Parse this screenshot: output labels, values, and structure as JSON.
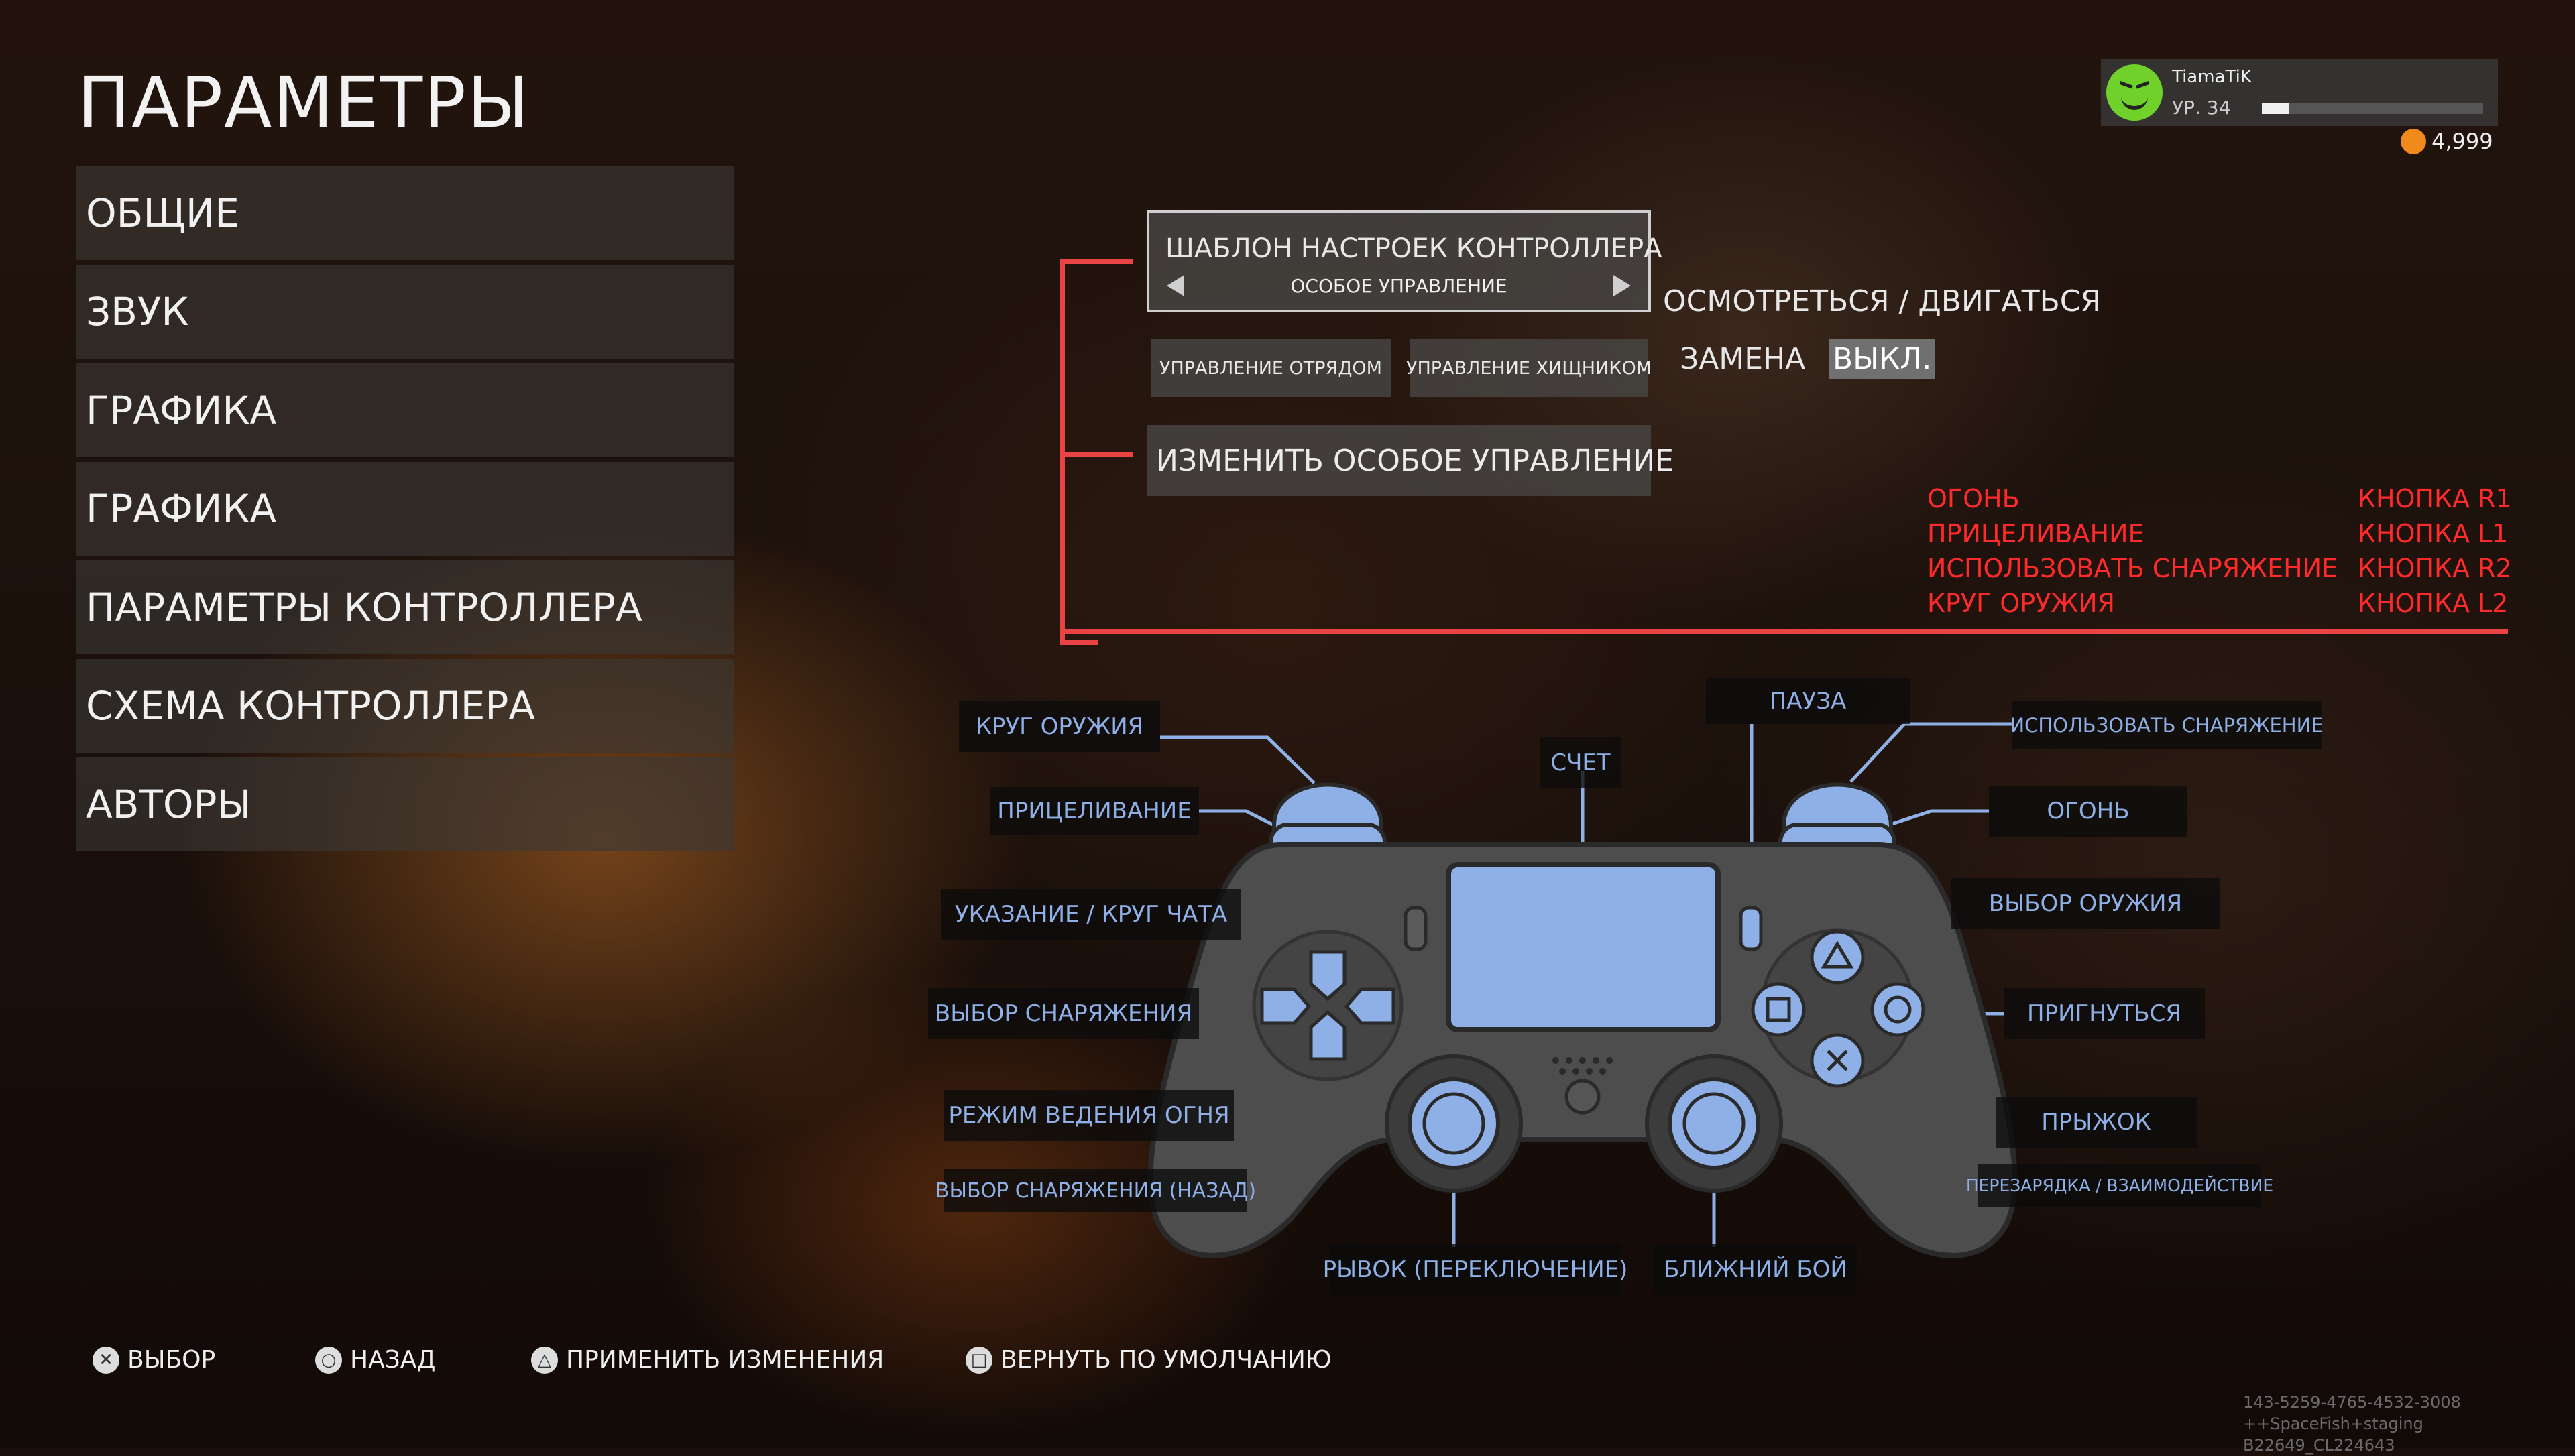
{
  "title": "ПАРАМЕТРЫ",
  "menu": [
    {
      "label": "ОБЩИЕ"
    },
    {
      "label": "ЗВУК"
    },
    {
      "label": "ГРАФИКА"
    },
    {
      "label": "ГРАФИКА"
    },
    {
      "label": "ПАРАМЕТРЫ КОНТРОЛЛЕРА"
    },
    {
      "label": "СХЕМА КОНТРОЛЛЕРА"
    },
    {
      "label": "АВТОРЫ"
    }
  ],
  "profile": {
    "name": "TiamaTiK",
    "level": "УР. 34",
    "xp_fraction": 0.12,
    "credits": "4,999"
  },
  "template": {
    "label": "ШАБЛОН НАСТРОЕК КОНТРОЛЛЕРА",
    "value": "ОСОБОЕ УПРАВЛЕНИЕ"
  },
  "look_move": "ОСМОТРЕТЬСЯ / ДВИГАТЬСЯ",
  "squad_button": "УПРАВЛЕНИЕ ОТРЯДОМ",
  "predator_button": "УПРАВЛЕНИЕ ХИЩНИКОМ",
  "swap": {
    "label": "ЗАМЕНА",
    "value": "ВЫКЛ."
  },
  "edit_button": "ИЗМЕНИТЬ ОСОБОЕ УПРАВЛЕНИЕ",
  "bindings": [
    {
      "action": "ОГОНЬ",
      "key": "КНОПКА R1"
    },
    {
      "action": "ПРИЦЕЛИВАНИЕ",
      "key": "КНОПКА L1"
    },
    {
      "action": "ИСПОЛЬЗОВАТЬ СНАРЯЖЕНИЕ",
      "key": "КНОПКА R2"
    },
    {
      "action": "КРУГ ОРУЖИЯ",
      "key": "КНОПКА L2"
    }
  ],
  "controller_labels": {
    "l2": "КРУГ ОРУЖИЯ",
    "l1": "ПРИЦЕЛИВАНИЕ",
    "dpad_up": "УКАЗАНИЕ / КРУГ ЧАТА",
    "dpad_left": "ВЫБОР СНАРЯЖЕНИЯ",
    "dpad_down": "РЕЖИМ ВЕДЕНИЯ ОГНЯ",
    "dpad_back": "ВЫБОР СНАРЯЖЕНИЯ (НАЗАД)",
    "touchpad": "СЧЕТ",
    "options": "ПАУЗА",
    "r2": "ИСПОЛЬЗОВАТЬ СНАРЯЖЕНИЕ",
    "r1": "ОГОНЬ",
    "triangle": "ВЫБОР ОРУЖИЯ",
    "circle": "ПРИГНУТЬСЯ",
    "cross": "ПРЫЖОК",
    "square": "ПЕРЕЗАРЯДКА / ВЗАИМОДЕЙСТВИЕ",
    "l3": "РЫВОК (ПЕРЕКЛЮЧЕНИЕ)",
    "r3": "БЛИЖНИЙ БОЙ"
  },
  "footer": [
    {
      "glyph": "✕",
      "label": "ВЫБОР"
    },
    {
      "glyph": "○",
      "label": "НАЗАД"
    },
    {
      "glyph": "△",
      "label": "ПРИМЕНИТЬ ИЗМЕНЕНИЯ"
    },
    {
      "glyph": "□",
      "label": "ВЕРНУТЬ ПО УМОЛЧАНИЮ"
    }
  ],
  "version": [
    "143-5259-4765-4532-3008",
    "++SpaceFish+staging B22649_CL224643"
  ],
  "colors": {
    "accent_red": "#e94343",
    "binding_red": "#ff2a2a",
    "controller_blue": "#8eb0e6"
  }
}
